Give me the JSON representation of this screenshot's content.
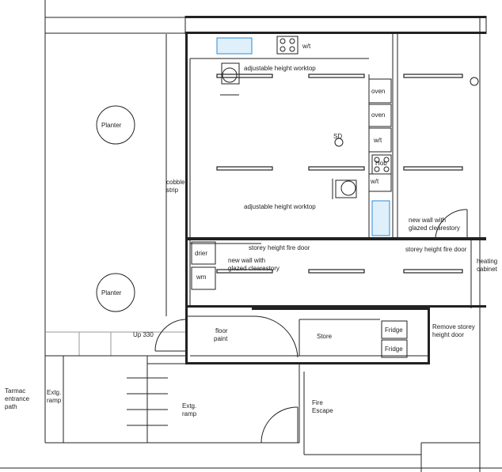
{
  "labels": {
    "wt_top": "w/t",
    "worktop_top": "adjustable height worktop",
    "oven1": "oven",
    "oven2": "oven",
    "wt_right": "w/t",
    "hob": "Hob",
    "wt_right2": "w/t",
    "sd": "SD",
    "planter1": "Planter",
    "planter2": "Planter",
    "cobble": "cobble",
    "strip": "strip",
    "worktop_bottom": "adjustable height worktop",
    "new_wall_right_1": "new wall with",
    "new_wall_right_2": "glazed clearestory",
    "fire_door_left": "storey height fire door",
    "fire_door_right": "storey height fire door",
    "drier": "drier",
    "wm": "wm",
    "new_wall_left_1": "new wall with",
    "new_wall_left_2": "glazed clearestory",
    "heating_1": "heating",
    "heating_2": "cabinet",
    "up330": "Up 330",
    "floor_1": "floor",
    "floor_2": "paint",
    "store": "Store",
    "fridge1": "Fridge",
    "fridge2": "Fridge",
    "remove_1": "Remove storey",
    "remove_2": "height door",
    "tarmac_1": "Tarmac",
    "tarmac_2": "entrance",
    "tarmac_3": "path",
    "extg_ramp_left_1": "Extg.",
    "extg_ramp_left_2": "ramp",
    "extg_ramp_mid_1": "Extg.",
    "extg_ramp_mid_2": "ramp",
    "fire_escape_1": "Fire",
    "fire_escape_2": "Escape"
  },
  "colors": {
    "line": "#222222",
    "sink_fill": "#dff0fb",
    "sink_stroke": "#2a8cd6",
    "paving": "#e6e6e6"
  }
}
